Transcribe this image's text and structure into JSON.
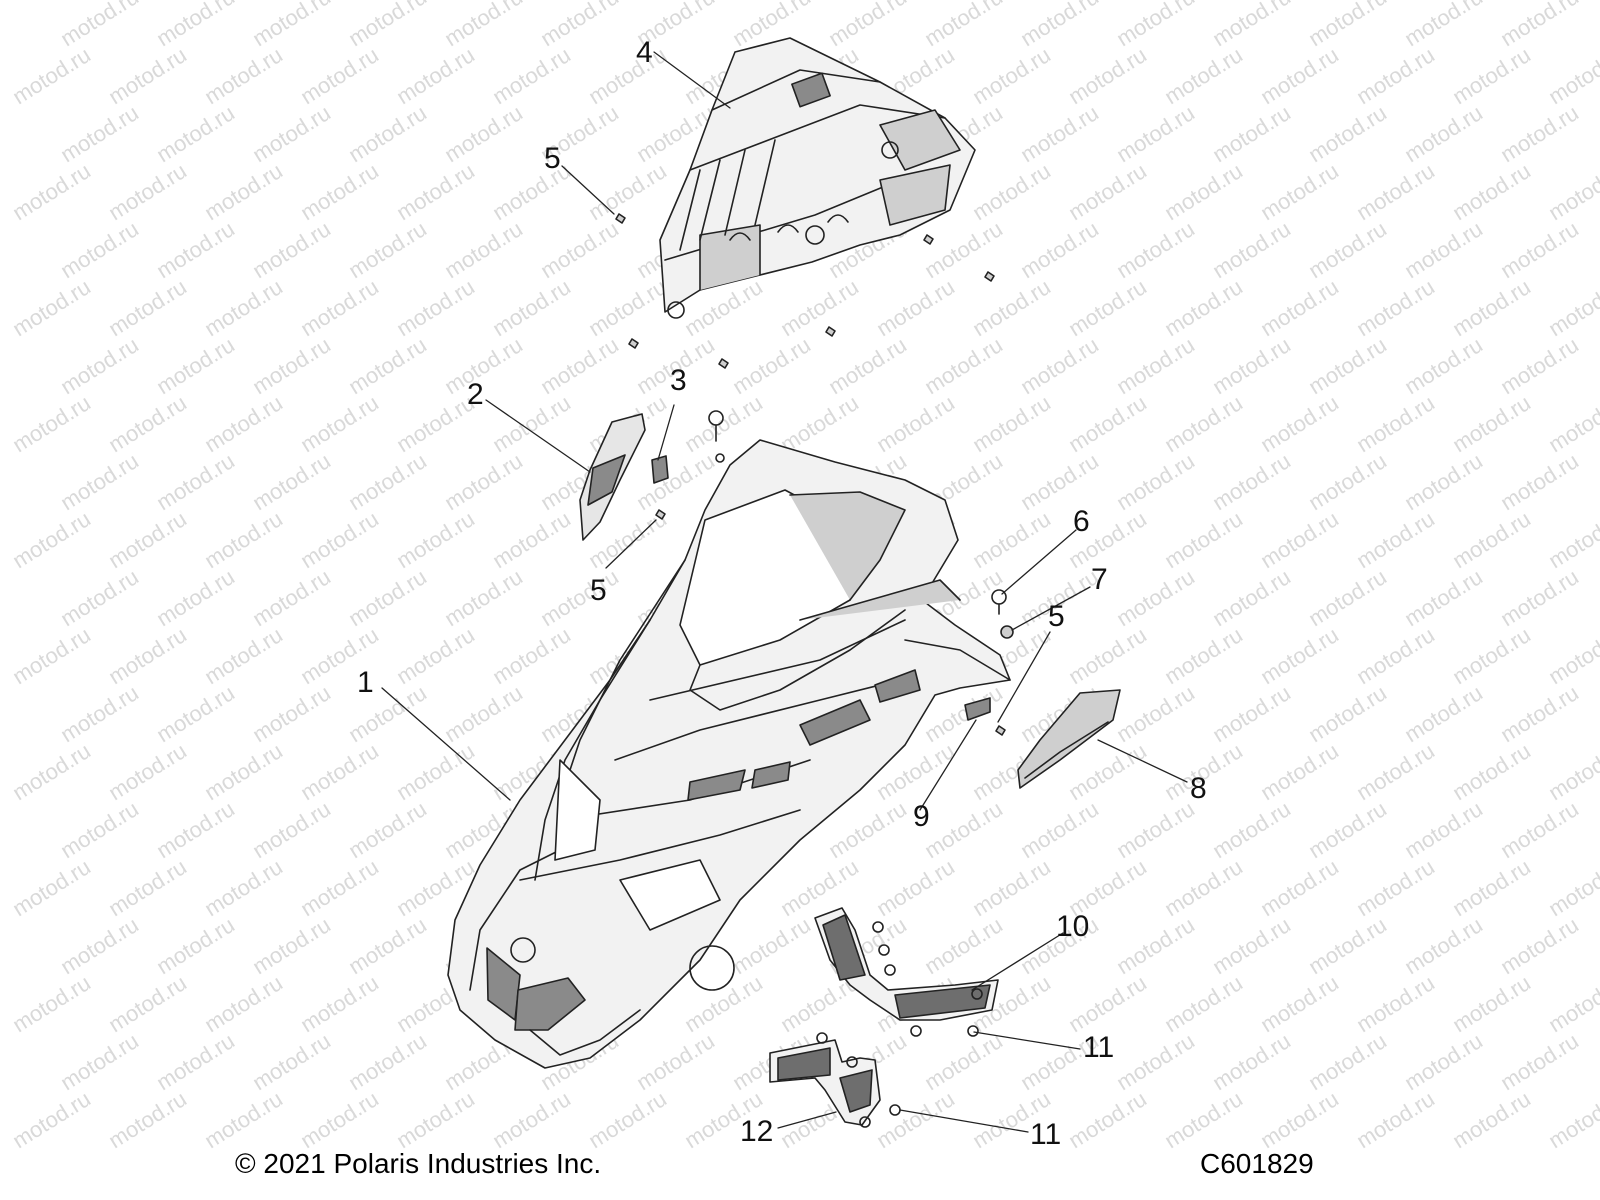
{
  "watermark_text": "motod.ru",
  "callouts": {
    "c1": "1",
    "c2": "2",
    "c3": "3",
    "c4": "4",
    "c5a": "5",
    "c5b": "5",
    "c5c": "5",
    "c6": "6",
    "c7": "7",
    "c8": "8",
    "c9": "9",
    "c10": "10",
    "c11a": "11",
    "c11b": "11",
    "c12": "12"
  },
  "footer": {
    "copyright": "© 2021 Polaris Industries Inc.",
    "diagram_code": "C601829"
  },
  "colors": {
    "line": "#222222",
    "fill_light": "#f2f2f2",
    "fill_mid": "#cfcfcf",
    "fill_dark": "#8a8a8a",
    "watermark": "#d9d9d9"
  }
}
